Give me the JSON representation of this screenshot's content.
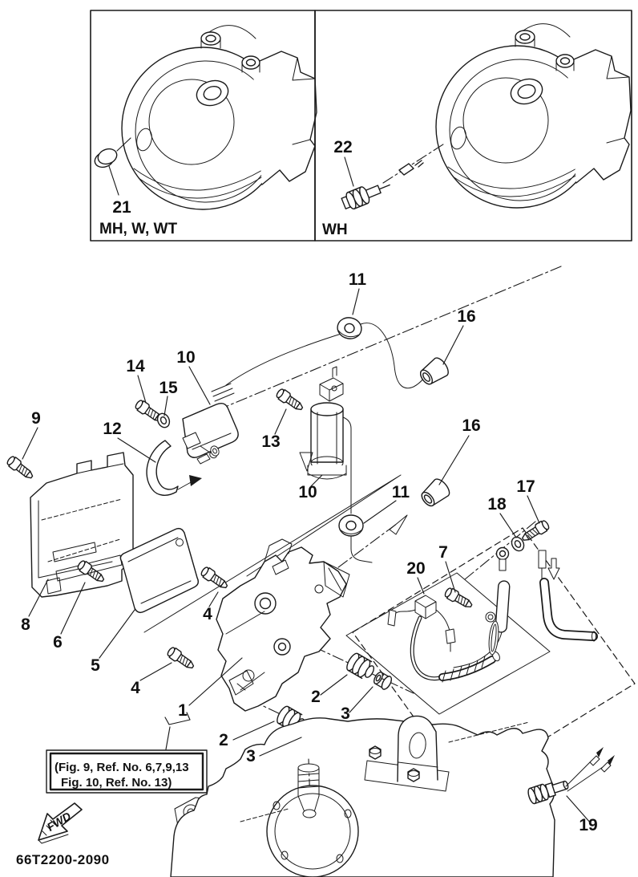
{
  "page": {
    "background": "#ffffff",
    "ink": "#1a1a1a"
  },
  "top_panels": {
    "left": {
      "variant_label": "MH, W, WT"
    },
    "right": {
      "variant_label": "WH"
    }
  },
  "callouts": {
    "n1": "1",
    "n2a": "2",
    "n2b": "2",
    "n3a": "3",
    "n3b": "3",
    "n4a": "4",
    "n4b": "4",
    "n5": "5",
    "n6": "6",
    "n7": "7",
    "n8": "8",
    "n9": "9",
    "n10a": "10",
    "n10b": "10",
    "n11a": "11",
    "n11b": "11",
    "n12": "12",
    "n13": "13",
    "n14": "14",
    "n15": "15",
    "n16a": "16",
    "n16b": "16",
    "n17": "17",
    "n18": "18",
    "n19": "19",
    "n20": "20",
    "n21": "21",
    "n22": "22"
  },
  "note_box": {
    "line1": "(Fig. 9, Ref. No. 6,7,9,13",
    "line2": "Fig. 10, Ref. No. 13)"
  },
  "fwd_arrow": {
    "label": "FWD"
  },
  "drawing_code": "66T2200-2090"
}
